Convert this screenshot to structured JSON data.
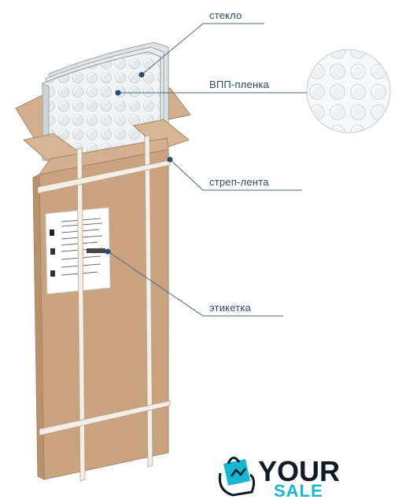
{
  "callouts": [
    {
      "id": "glass",
      "label": "стекло"
    },
    {
      "id": "film",
      "label": "ВПП-пленка"
    },
    {
      "id": "strap",
      "label": "стреп-лента"
    },
    {
      "id": "tag",
      "label": "этикетка"
    }
  ],
  "logo": {
    "word_top": "YOUR",
    "word_bottom": "SALE",
    "color_dark": "#0f1a2a",
    "color_accent": "#19b6cf"
  },
  "colors": {
    "box": "#c9a37f",
    "box_dark": "#b38c68",
    "strap": "#f3efe8",
    "callout_line": "#4a6a86",
    "callout_dot": "#1f4e79"
  }
}
